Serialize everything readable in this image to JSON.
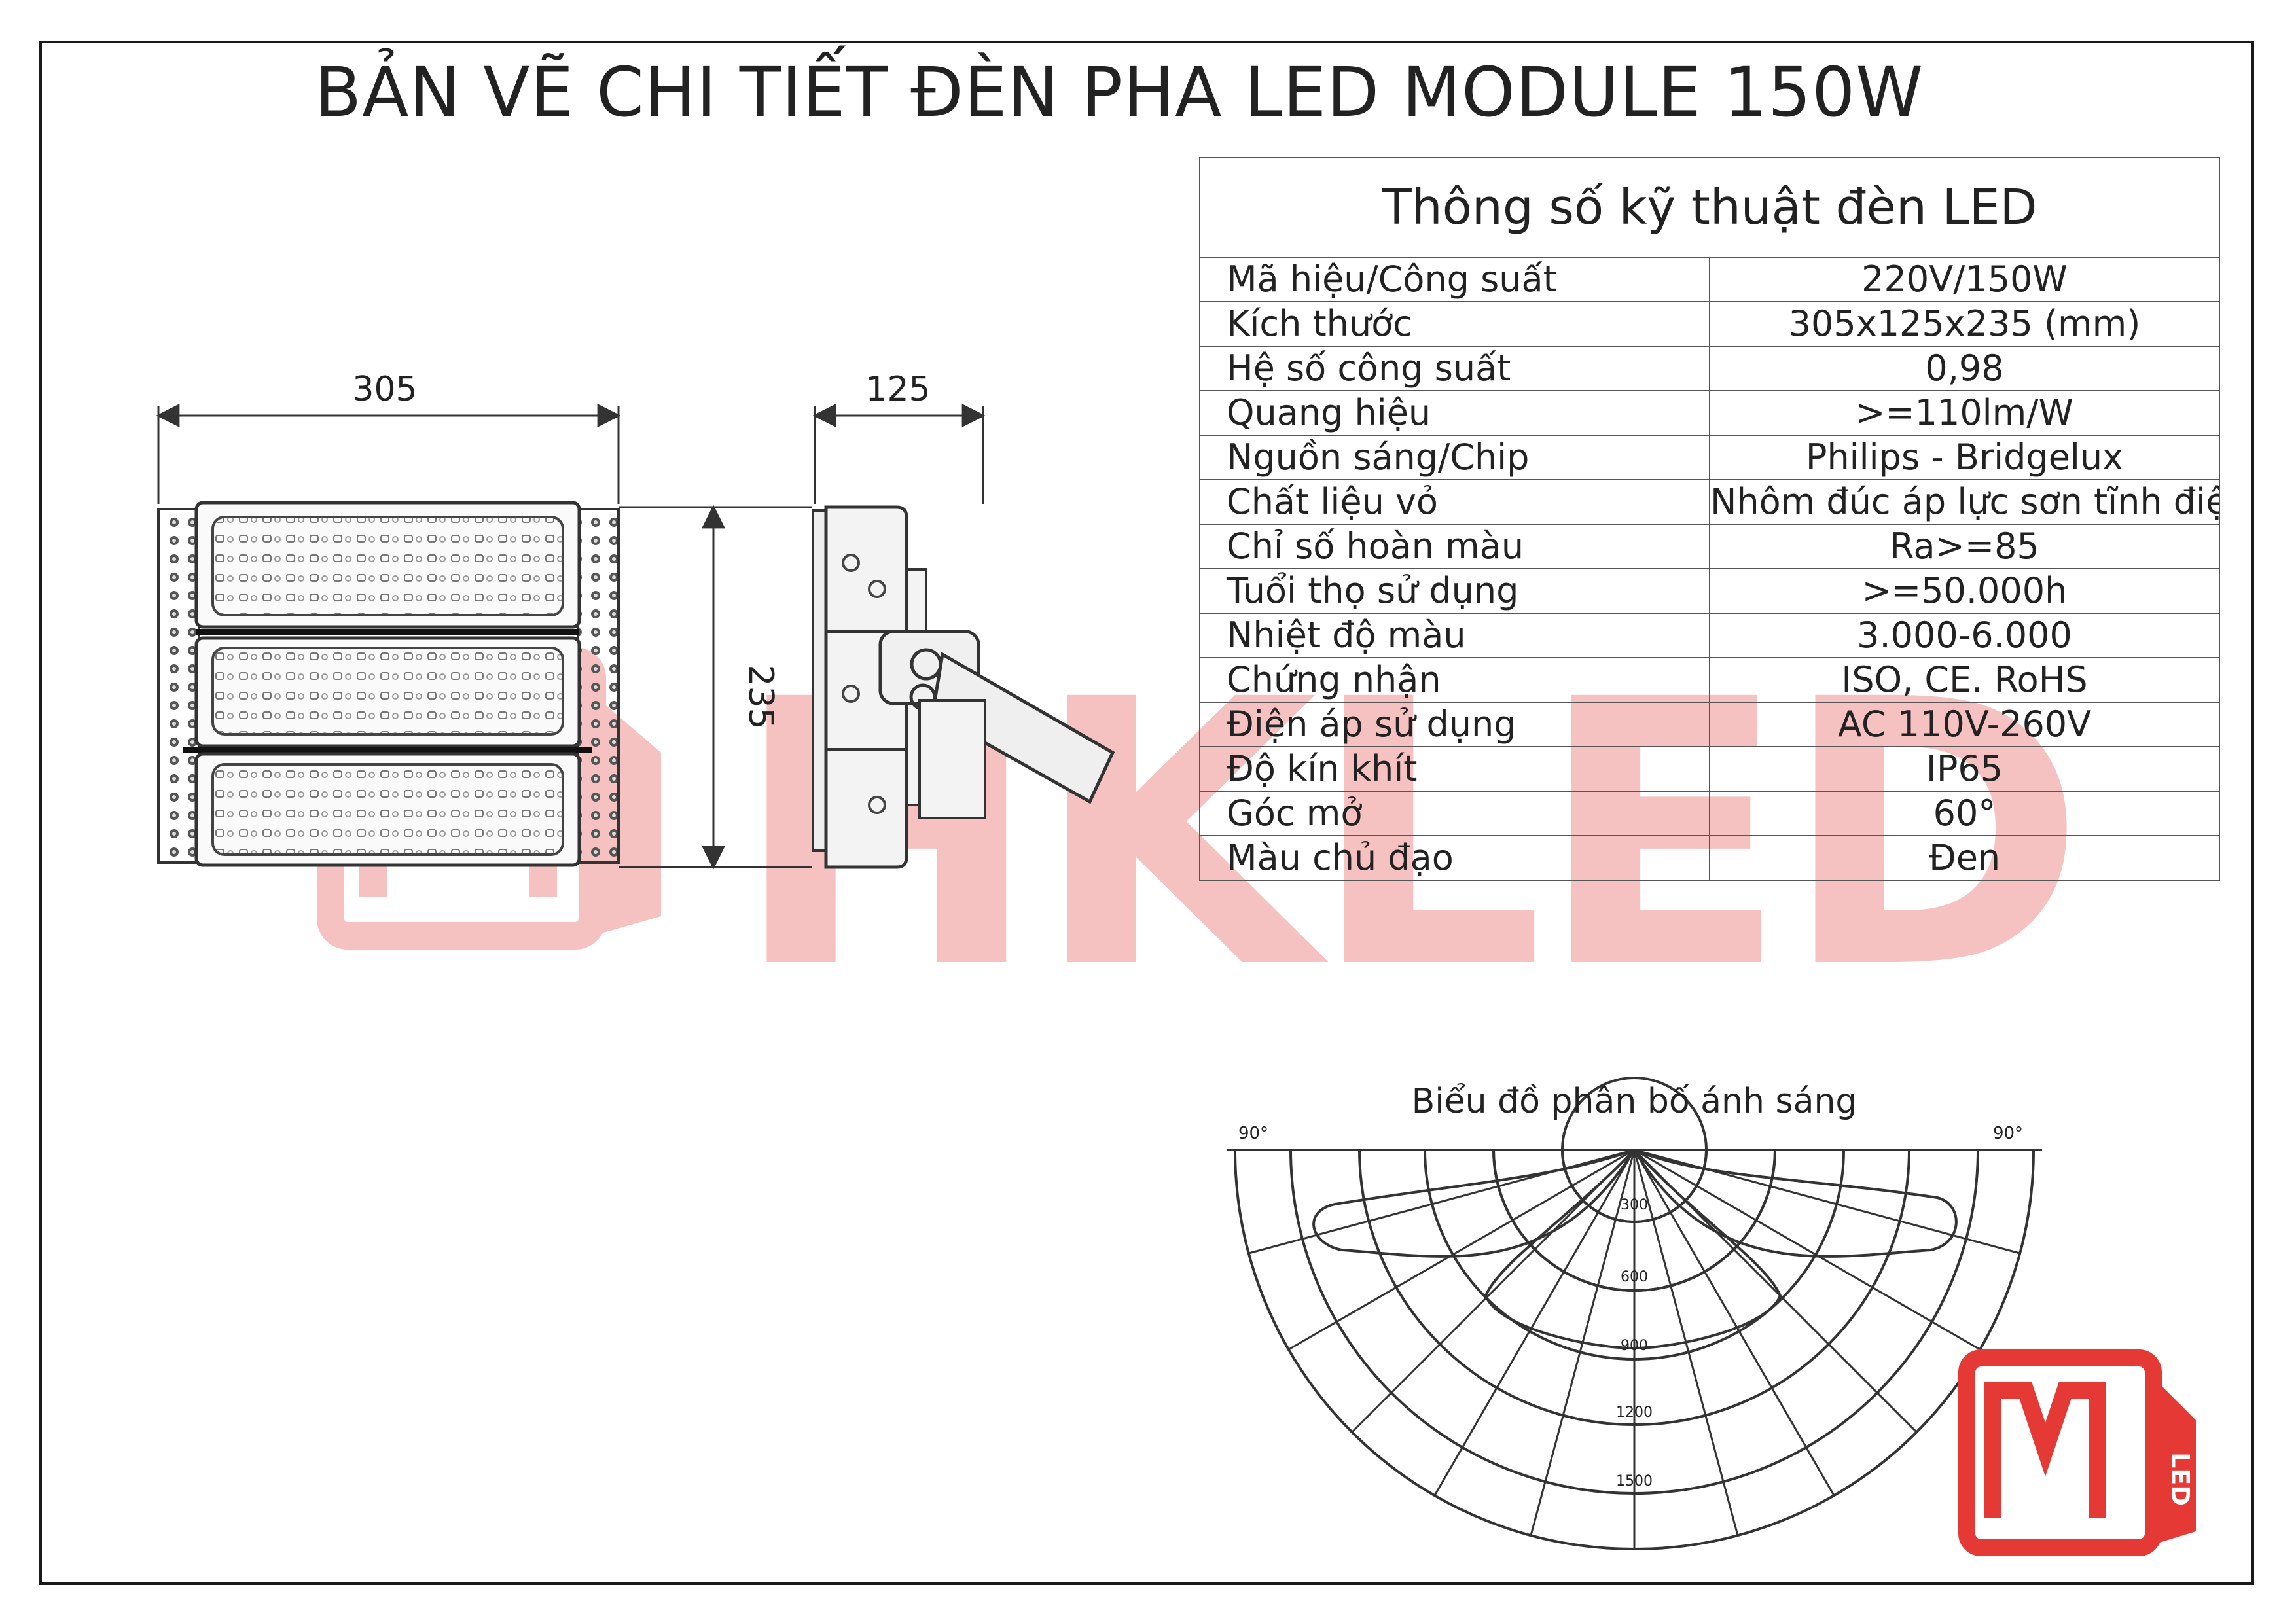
{
  "title": "BẢN VẼ CHI TIẾT ĐÈN PHA LED MODULE 150W",
  "specs": {
    "heading": "Thông số kỹ thuật đèn LED",
    "rows": [
      {
        "label": "Mã hiệu/Công suất",
        "value": "220V/150W"
      },
      {
        "label": "Kích thước",
        "value": "305x125x235 (mm)"
      },
      {
        "label": "Hệ số công suất",
        "value": "0,98"
      },
      {
        "label": "Quang hiệu",
        "value": ">=110lm/W"
      },
      {
        "label": "Nguồn sáng/Chip",
        "value": "Philips - Bridgelux"
      },
      {
        "label": "Chất liệu vỏ",
        "value": "Nhôm đúc áp lực sơn tĩnh điện"
      },
      {
        "label": "Chỉ số hoàn màu",
        "value": "Ra>=85"
      },
      {
        "label": "Tuổi thọ sử dụng",
        "value": ">=50.000h"
      },
      {
        "label": "Nhiệt độ màu",
        "value": "3.000-6.000"
      },
      {
        "label": "Chứng nhận",
        "value": "ISO, CE. RoHS"
      },
      {
        "label": "Điện áp sử dụng",
        "value": "AC 110V-260V"
      },
      {
        "label": "Độ kín khít",
        "value": "IP65"
      },
      {
        "label": "Góc mở",
        "value": "60°"
      },
      {
        "label": "Màu chủ đạo",
        "value": "Đen"
      }
    ]
  },
  "dimensions": {
    "width": "305",
    "depth": "125",
    "height": "235"
  },
  "polar": {
    "title": "Biểu đồ phân bố ánh sáng",
    "left_angle": "90°",
    "right_angle": "90°",
    "rings": [
      "300",
      "600",
      "900",
      "1200",
      "1500"
    ]
  },
  "watermark": {
    "text": "HKLED",
    "logo_letters": "HK",
    "logo_tag": "LED"
  },
  "colors": {
    "watermark": "#f5b7b7",
    "logo_red": "#e53935",
    "line": "#333333"
  }
}
